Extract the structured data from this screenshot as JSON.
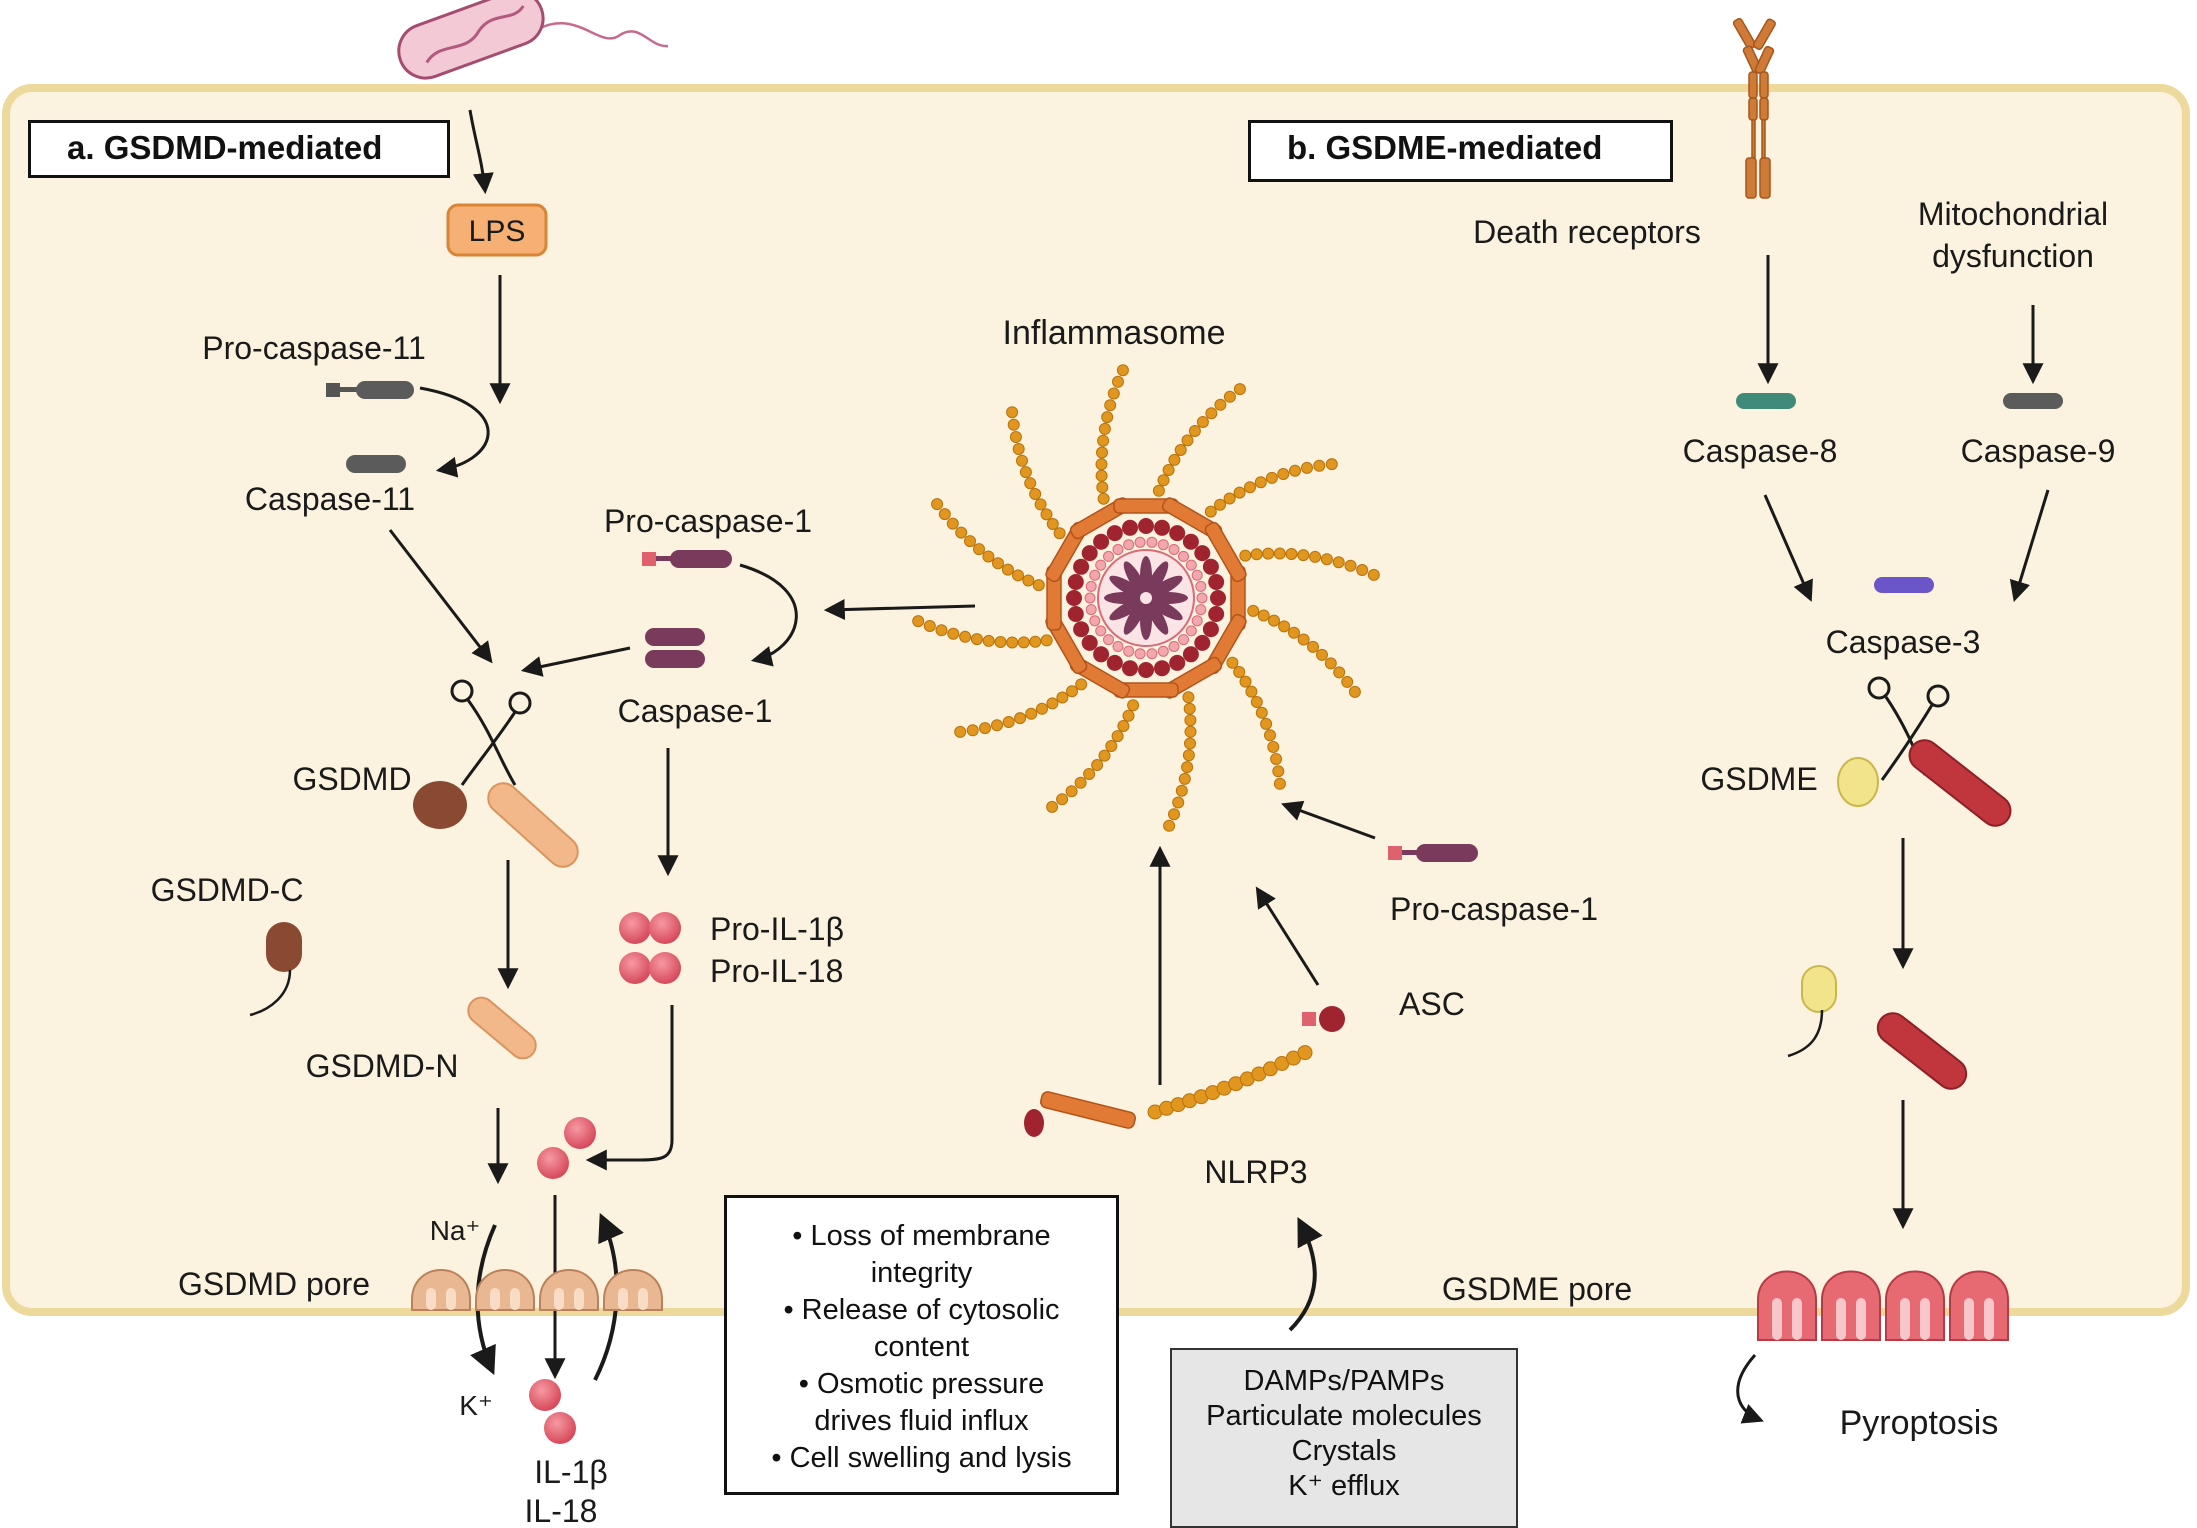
{
  "panel_a": {
    "title": "a. GSDMD-mediated",
    "lps": "LPS",
    "pro_caspase_11": "Pro-caspase-11",
    "caspase_11": "Caspase-11",
    "pro_caspase_1": "Pro-caspase-1",
    "caspase_1": "Caspase-1",
    "gsdmd": "GSDMD",
    "gsdmd_c": "GSDMD-C",
    "gsdmd_n": "GSDMD-N",
    "pro_il1b": "Pro-IL-1β",
    "pro_il18": "Pro-IL-18",
    "na_ion": "Na⁺",
    "k_ion": "K⁺",
    "pore": "GSDMD pore",
    "il1b": "IL-1β",
    "il18": "IL-18"
  },
  "inflammasome": {
    "label": "Inflammasome",
    "pro_caspase_1": "Pro-caspase-1",
    "asc": "ASC",
    "nlrp3": "NLRP3"
  },
  "consequences": [
    "• Loss of membrane",
    "integrity",
    "• Release of cytosolic",
    "content",
    "• Osmotic pressure",
    "drives fluid influx",
    "• Cell swelling and lysis"
  ],
  "triggers": [
    "DAMPs/PAMPs",
    "Particulate molecules",
    "Crystals",
    "K⁺ efflux"
  ],
  "panel_b": {
    "title": "b. GSDME-mediated",
    "death_receptors": "Death receptors",
    "mito_line1": "Mitochondrial",
    "mito_line2": "dysfunction",
    "caspase_8": "Caspase-8",
    "caspase_9": "Caspase-9",
    "caspase_3": "Caspase-3",
    "gsdme": "GSDME",
    "pore": "GSDME pore",
    "pyroptosis": "Pyroptosis"
  },
  "colors": {
    "cell_fill": "#fbf3df",
    "cell_border": "#ecd99b",
    "lps": "#f6b073",
    "caspase_11": "#5b5b5b",
    "caspase_1": "#7a3a5b",
    "caspase_8": "#3f8a78",
    "caspase_3": "#6a55c9",
    "gsdmd_c": "#8a4a32",
    "gsdmd_n": "#f3b88a",
    "il": "#e0616e",
    "inflammasome_orange": "#e07a35",
    "inflammasome_bead": "#e0961f",
    "inflammasome_core": "#a0242f",
    "gsdme_c": "#f1e48a",
    "gsdme_n": "#c1363c",
    "pore_a": "#e9b892",
    "pore_b": "#e76a73"
  }
}
